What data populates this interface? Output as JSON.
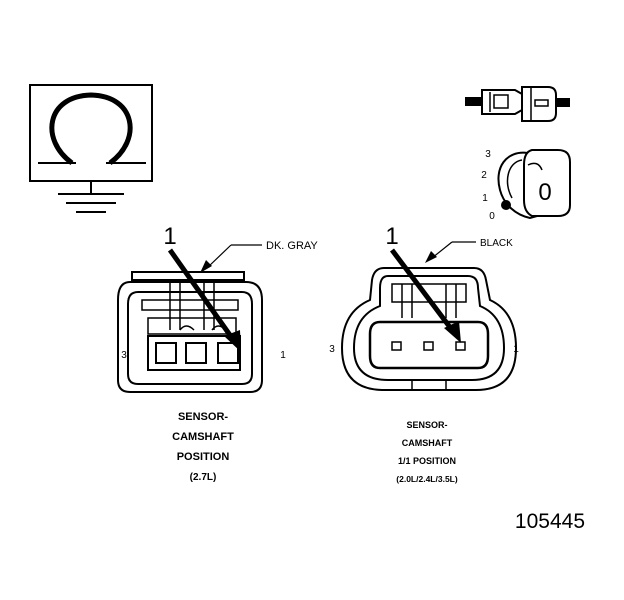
{
  "ohmmeter_icon": {
    "icon": "ohm-symbol-icon",
    "ground_icon": "ground-symbol-icon"
  },
  "test_selector": {
    "dial_positions": [
      "3",
      "2",
      "1",
      "0"
    ],
    "knob_value": "0",
    "probe_icon": "test-probe-icon"
  },
  "connector_left": {
    "callout_number": "1",
    "wire_color": "DK. GRAY",
    "pin_left": "3",
    "pin_right": "1",
    "caption_lines": [
      "SENSOR-",
      "CAMSHAFT",
      "POSITION",
      "(2.7L)"
    ]
  },
  "connector_right": {
    "callout_number": "1",
    "wire_color": "BLACK",
    "pin_left": "3",
    "pin_right": "1",
    "caption_lines": [
      "SENSOR-",
      "CAMSHAFT",
      "1/1 POSITION",
      "(2.0L/2.4L/3.5L)"
    ]
  },
  "figure_number": "105445",
  "colors": {
    "ink": "#000000",
    "paper": "#ffffff"
  }
}
